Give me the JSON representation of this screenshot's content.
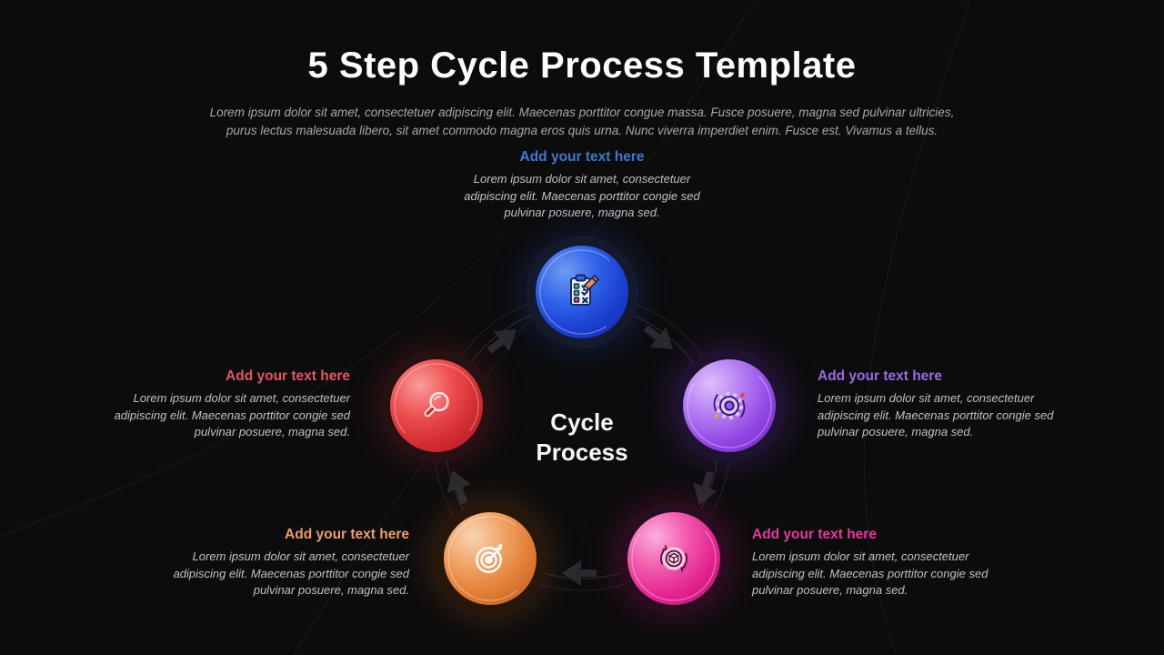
{
  "slide": {
    "title": "5 Step Cycle Process Template",
    "subtitle_line1": "Lorem ipsum dolor sit amet, consectetuer adipiscing elit. Maecenas porttitor congue massa. Fusce posuere, magna sed pulvinar ultricies,",
    "subtitle_line2": "purus lectus malesuada libero, sit amet commodo magna eros quis urna. Nunc viverra imperdiet enim. Fusce est. Vivamus a tellus."
  },
  "center": {
    "line1": "Cycle",
    "line2": "Process"
  },
  "steps": [
    {
      "position": "top",
      "heading": "Add your text here",
      "body": "Lorem ipsum dolor sit amet, consectetuer adipiscing elit. Maecenas porttitor congie sed pulvinar posuere, magna sed.",
      "accent": "#4376d2",
      "bubble_color": "#1f4fd8",
      "icon": "checklist-icon"
    },
    {
      "position": "left",
      "heading": "Add your text here",
      "body": "Lorem ipsum dolor sit amet, consectetuer adipiscing elit. Maecenas porttitor congie sed pulvinar posuere, magna sed.",
      "accent": "#e25763",
      "bubble_color": "#d93838",
      "icon": "magnifier-icon"
    },
    {
      "position": "right",
      "heading": "Add your text here",
      "body": "Lorem ipsum dolor sit amet, consectetuer adipiscing elit. Maecenas porttitor congie sed pulvinar posuere, magna sed.",
      "accent": "#9a6ae2",
      "bubble_color": "#8a3ae0",
      "icon": "gear-icon"
    },
    {
      "position": "bottom-left",
      "heading": "Add your text here",
      "body": "Lorem ipsum dolor sit amet, consectetuer adipiscing elit. Maecenas porttitor congie sed pulvinar posuere, magna sed.",
      "accent": "#eb9d6d",
      "bubble_color": "#e07b33",
      "icon": "target-icon"
    },
    {
      "position": "bottom-right",
      "heading": "Add your text here",
      "body": "Lorem ipsum dolor sit amet, consectetuer adipiscing elit. Maecenas porttitor congie sed pulvinar posuere, magna sed.",
      "accent": "#e23a9c",
      "bubble_color": "#e0187e",
      "icon": "process-gear-cube-icon"
    }
  ]
}
